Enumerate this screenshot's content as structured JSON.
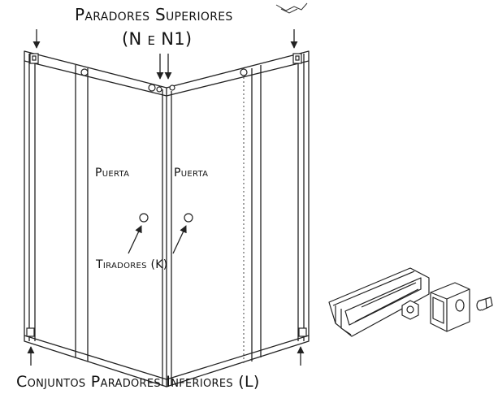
{
  "labels": {
    "top_stoppers": "Paradores Superiores",
    "top_stoppers_parts": "(N e N1)",
    "door_left": "Puerta",
    "door_right": "Puerta",
    "handles": "Tiradores (K)",
    "bottom_stoppers": "Conjuntos Paradores Inferiores (L)"
  },
  "colors": {
    "line": "#222222",
    "background": "#ffffff"
  }
}
